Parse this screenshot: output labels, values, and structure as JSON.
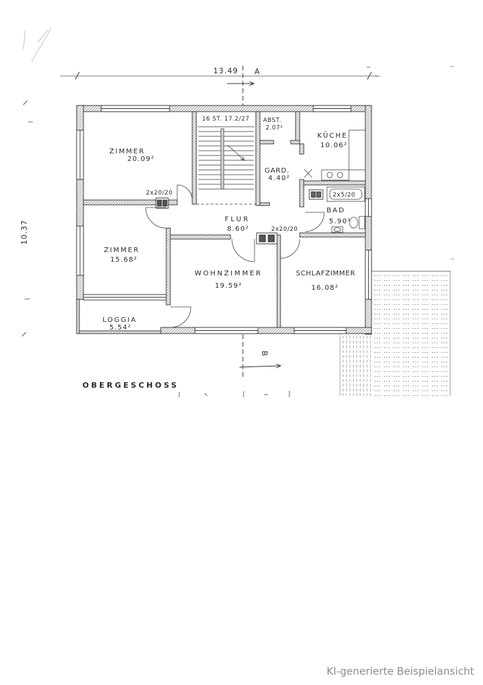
{
  "plan": {
    "title": "OBERGESCHOSS",
    "overall_width": "13.49",
    "overall_depth": "10.37",
    "section_marks": {
      "top": "A",
      "bottom": "B"
    },
    "stair_note": "16 ST. 17.2/27",
    "rooms": {
      "zimmer_nord": {
        "name": "ZIMMER",
        "area": "20.09²"
      },
      "abstell": {
        "name": "ABST.",
        "area": "2.07²"
      },
      "kueche": {
        "name": "KÜCHE",
        "area": "10.06²"
      },
      "garderobe": {
        "name": "GARD.",
        "area": "4.40²"
      },
      "bad": {
        "name": "BAD",
        "area": "5.90²"
      },
      "flur": {
        "name": "FLUR",
        "area": "8.60²"
      },
      "zimmer_west": {
        "name": "ZIMMER",
        "area": "15.68²"
      },
      "wohnzimmer": {
        "name": "WOHNZIMMER",
        "area": "19.59²"
      },
      "schlafzimmer": {
        "name": "SCHLAFZIMMER",
        "area": "16.08²"
      },
      "loggia": {
        "name": "LOGGIA",
        "area": "5.54²"
      }
    },
    "chimney_notes": {
      "west": "2x20/20",
      "flur": "2x20/20",
      "bad": "2x5/20"
    }
  },
  "watermark": "KI-generierte Beispielansicht"
}
